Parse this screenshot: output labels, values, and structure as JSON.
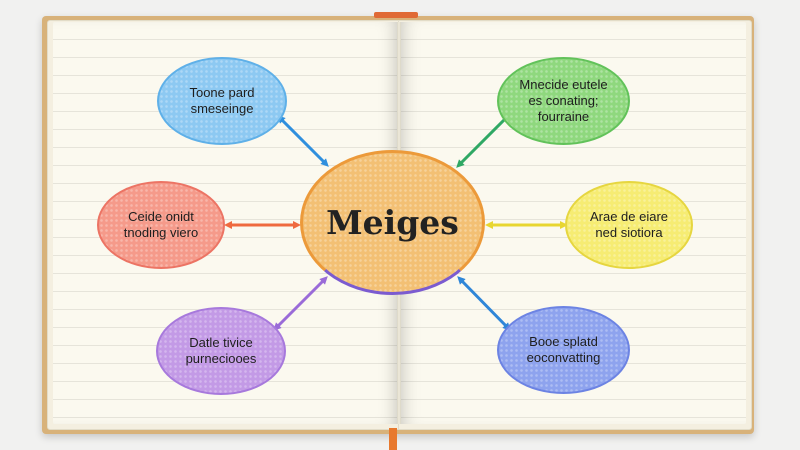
{
  "diagram": {
    "center": {
      "label": "Meiges",
      "color": "#f3c074"
    },
    "nodes": [
      {
        "id": "top-left",
        "lines": [
          "Toone pard",
          "smeseinge"
        ],
        "color": "#8dc9f2",
        "arrow_color": "#2f8fde"
      },
      {
        "id": "mid-left",
        "lines": [
          "Ceide onidt",
          "tnoding viero"
        ],
        "color": "#f59a8a",
        "arrow_color": "#ef6a3f"
      },
      {
        "id": "bottom-left",
        "lines": [
          "Datle tivice",
          "purneciooes"
        ],
        "color": "#c39ae6",
        "arrow_color": "#9a6bd8"
      },
      {
        "id": "top-right",
        "lines": [
          "Mnecide eutele",
          "es conating;",
          "fourraine"
        ],
        "color": "#8fd87e",
        "arrow_color": "#2fa864"
      },
      {
        "id": "mid-right",
        "lines": [
          "Arae de eiare",
          "ned siotiora"
        ],
        "color": "#f6ec73",
        "arrow_color": "#e8d630"
      },
      {
        "id": "bottom-right",
        "lines": [
          "Booe splatd",
          "eoconvatting"
        ],
        "color": "#8ea3ee",
        "arrow_color": "#2f86d8"
      }
    ]
  },
  "notebook": {
    "cover_color": "#d8b27a",
    "page_color": "#fbf9ef",
    "ribbon_color": "#e8792e"
  }
}
